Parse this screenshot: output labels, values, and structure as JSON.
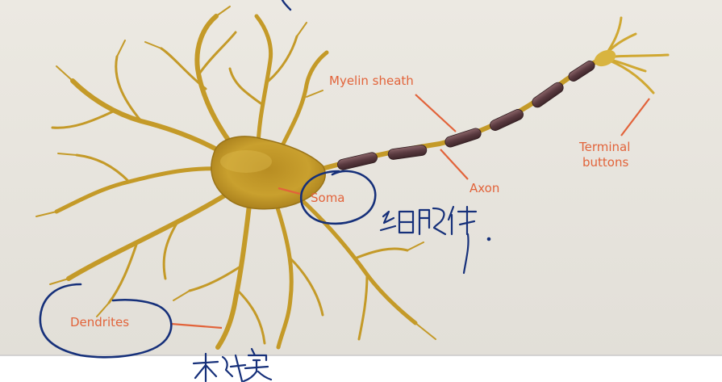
{
  "labels": {
    "myelin_sheath": "Myelin sheath",
    "axon": "Axon",
    "terminal_line1": "Terminal",
    "terminal_line2": "buttons",
    "soma": "Soma",
    "dendrites": "Dendrites"
  },
  "handwriting": {
    "soma_note": "细胞体",
    "dendrites_note": "树突"
  },
  "colors": {
    "background_top": "#ece9e2",
    "background_bottom": "#e4e1da",
    "neuron_gold": "#c49a28",
    "neuron_dark": "#9a7418",
    "neuron_light": "#e2c258",
    "myelin": "#5a3a40",
    "label_orange": "#e2633a",
    "ink_blue": "#16307a",
    "page_bottom": "#ffffff",
    "divider": "#cfcfcf"
  }
}
